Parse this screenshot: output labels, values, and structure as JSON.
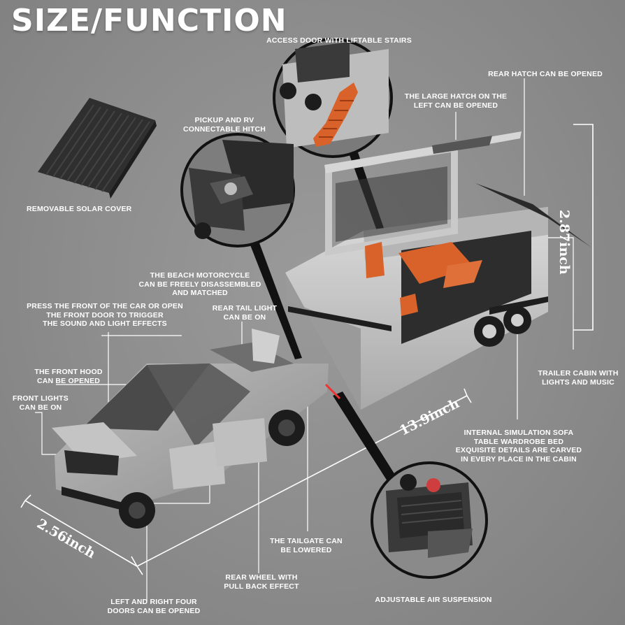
{
  "title": "SIZE/FUNCTION",
  "labels": {
    "access_door": "ACCESS DOOR WITH LIFTABLE STAIRS",
    "rear_hatch": "REAR HATCH CAN BE OPENED",
    "large_hatch": "THE LARGE HATCH ON THE\nLEFT CAN BE OPENED",
    "hitch": "PICKUP AND RV\nCONNECTABLE HITCH",
    "solar_cover": "REMOVABLE SOLAR COVER",
    "motorcycle": "THE BEACH MOTORCYCLE\nCAN BE FREELY DISASSEMBLED\nAND MATCHED",
    "press_front": "PRESS THE FRONT OF THE CAR OR OPEN\nTHE FRONT DOOR TO TRIGGER\nTHE SOUND AND LIGHT EFFECTS",
    "tail_light": "REAR TAIL LIGHT\nCAN BE ON",
    "front_hood": "THE FRONT HOOD\nCAN BE OPENED",
    "front_lights": "FRONT LIGHTS\nCAN BE ON",
    "trailer_cabin": "TRAILER CABIN WITH\nLIGHTS AND MUSIC",
    "interior": "INTERNAL SIMULATION SOFA\nTABLE WARDROBE BED\nEXQUISITE DETAILS ARE CARVED\nIN EVERY PLACE IN THE CABIN",
    "tailgate": "THE TAILGATE CAN\nBE LOWERED",
    "rear_wheel": "REAR WHEEL WITH\nPULL BACK EFFECT",
    "doors": "LEFT AND RIGHT FOUR\nDOORS CAN BE OPENED",
    "suspension": "ADJUSTABLE AIR SUSPENSION"
  },
  "dimensions": {
    "height": "2.87inch",
    "length": "13.9inch",
    "width": "2.56inch"
  },
  "colors": {
    "background": "#8c8c8c",
    "vehicle_silver": "#c9c9c9",
    "interior_orange": "#d8622a",
    "text": "#ffffff",
    "tire_black": "#1c1c1c"
  }
}
